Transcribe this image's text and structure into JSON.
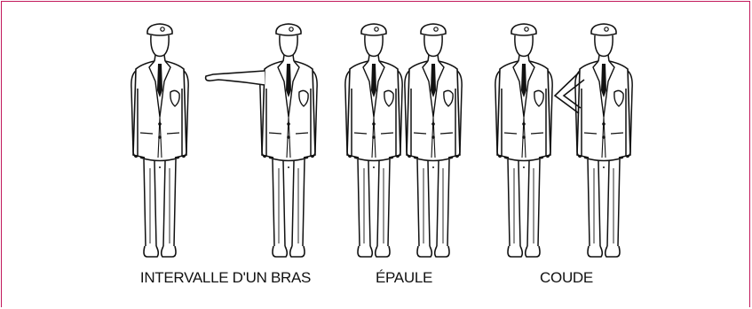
{
  "captions": {
    "arm_interval": "INTERVALLE D'UN BRAS",
    "shoulder": "ÉPAULE",
    "elbow": "COUDE"
  },
  "colors": {
    "frame": "#c2185b",
    "ink": "#111111"
  }
}
